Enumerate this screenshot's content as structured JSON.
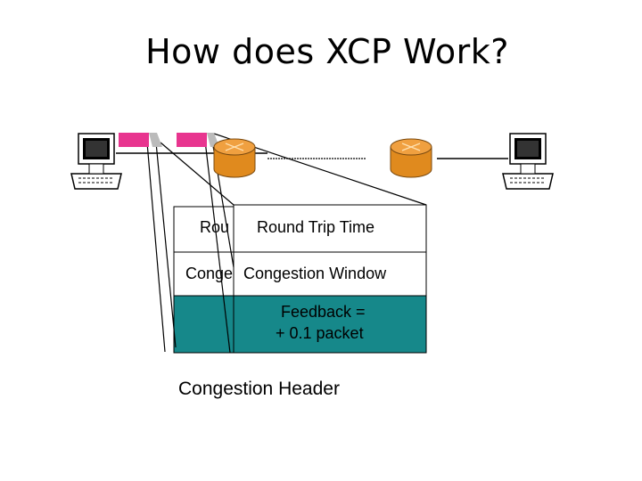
{
  "slide": {
    "title": "How does XCP Work?"
  },
  "header_fields": {
    "rtt_back": "Rou",
    "rtt_front": "Round Trip Time",
    "cwnd_back": "Conge",
    "cwnd_front": "Congestion Window",
    "feedback_line1": "Feedback  =",
    "feedback_line2": "+ 0.1 packet"
  },
  "caption": "Congestion Header",
  "icons": {
    "sender": "computer-icon",
    "receiver": "computer-icon",
    "router": "router-icon"
  },
  "colors": {
    "packet": "#e8358f",
    "router_body": "#e08a1e",
    "router_top": "#f0a040",
    "feedback_fill": "#16888a",
    "wire": "#000000"
  }
}
